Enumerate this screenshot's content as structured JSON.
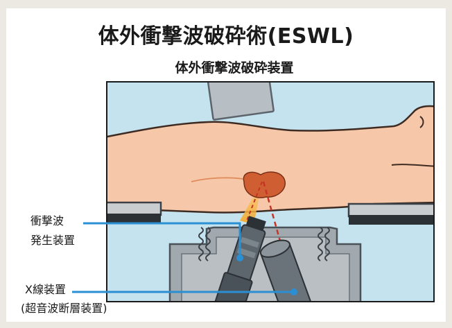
{
  "title": "体外衝撃波破砕術(ESWL)",
  "subtitle": "体外衝撃波破砕装置",
  "labels": {
    "shockwave_line1": "衝撃波",
    "shockwave_line2": "発生装置",
    "xray_line1": "X線装置",
    "xray_line2": "(超音波断層装置)"
  },
  "colors": {
    "page_background": "#ece9e3",
    "card": "#ffffff",
    "sky": "#c5e3ef",
    "skin": "#f6c7a8",
    "kidney": "#cf5f33",
    "shockwave_beam": "#f5b53c",
    "xray_beam": "#c63426",
    "leader_line": "#2a8fd3",
    "device_gray": "#9aa2a8",
    "device_dark": "#4a5259"
  },
  "icons": [
    "overhead-xray-head",
    "patient-body",
    "kidney",
    "shockwave-generator",
    "xray-emitter"
  ]
}
